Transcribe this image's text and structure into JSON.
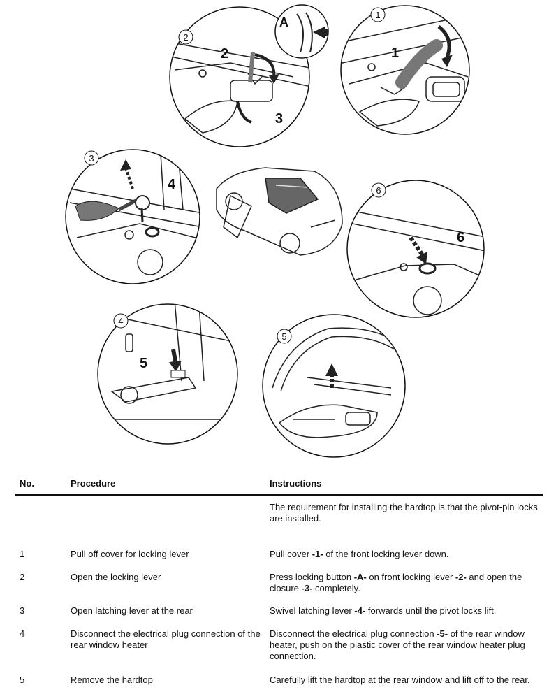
{
  "illustration": {
    "steps": [
      {
        "number": "1",
        "callouts": [
          "1"
        ]
      },
      {
        "number": "2",
        "callouts": [
          "2",
          "3",
          "A"
        ]
      },
      {
        "number": "3",
        "callouts": [
          "4"
        ]
      },
      {
        "number": "6",
        "callouts": [
          "6"
        ]
      },
      {
        "number": "4",
        "callouts": [
          "5"
        ]
      },
      {
        "number": "5",
        "callouts": []
      }
    ]
  },
  "table": {
    "headers": {
      "no": "No.",
      "procedure": "Procedure",
      "instructions": "Instructions"
    },
    "intro": "The requirement for installing the hardtop is that the pivot-pin locks are installed.",
    "rows": [
      {
        "no": "1",
        "procedure": "Pull off cover for locking lever",
        "instructions": [
          {
            "t": "Pull cover "
          },
          {
            "t": "-1-",
            "b": true
          },
          {
            "t": " of the front locking lever down."
          }
        ]
      },
      {
        "no": "2",
        "procedure": "Open the locking lever",
        "instructions": [
          {
            "t": "Press locking button "
          },
          {
            "t": "-A-",
            "b": true
          },
          {
            "t": " on front locking lever "
          },
          {
            "t": "-2-",
            "b": true
          },
          {
            "t": " and open the closure "
          },
          {
            "t": "-3-",
            "b": true
          },
          {
            "t": " completely."
          }
        ]
      },
      {
        "no": "3",
        "procedure": "Open latching lever at the rear",
        "instructions": [
          {
            "t": "Swivel latching lever "
          },
          {
            "t": "-4-",
            "b": true
          },
          {
            "t": " forwards until the pivot locks lift."
          }
        ]
      },
      {
        "no": "4",
        "procedure": "Disconnect the electrical plug connection of the rear window heater",
        "instructions": [
          {
            "t": "Disconnect the electrical plug connection "
          },
          {
            "t": "-5-",
            "b": true
          },
          {
            "t": " of the rear window heater, push on the plastic cover of the rear window heater plug connection."
          }
        ]
      },
      {
        "no": "5",
        "procedure": "Remove the hardtop",
        "instructions": [
          {
            "t": "Carefully lift the hardtop at the rear window and lift off to the rear."
          }
        ]
      }
    ]
  }
}
